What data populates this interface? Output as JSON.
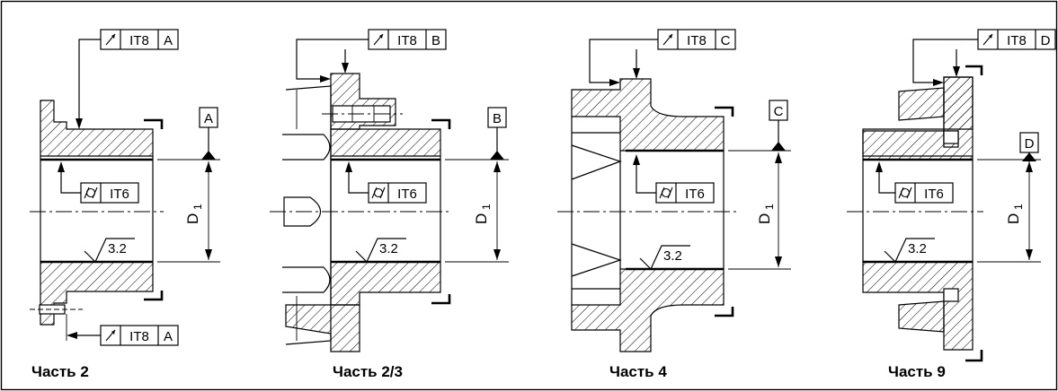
{
  "panels": [
    {
      "caption": "Часть 2",
      "datum_letter": "A",
      "runout_tolerance": {
        "grade": "IT8",
        "datum": "A"
      },
      "runout_tolerance_bottom": {
        "grade": "IT8",
        "datum": "A"
      },
      "cylindricity_tolerance": {
        "grade": "IT6"
      },
      "roughness": "3.2",
      "diameter_label": "D",
      "diameter_subscript": "1"
    },
    {
      "caption": "Часть 2/3",
      "datum_letter": "B",
      "runout_tolerance": {
        "grade": "IT8",
        "datum": "B"
      },
      "cylindricity_tolerance": {
        "grade": "IT6"
      },
      "roughness": "3.2",
      "diameter_label": "D",
      "diameter_subscript": "1"
    },
    {
      "caption": "Часть 4",
      "datum_letter": "C",
      "runout_tolerance": {
        "grade": "IT8",
        "datum": "C"
      },
      "cylindricity_tolerance": {
        "grade": "IT6"
      },
      "roughness": "3.2",
      "diameter_label": "D",
      "diameter_subscript": "1"
    },
    {
      "caption": "Часть 9",
      "datum_letter": "D",
      "runout_tolerance": {
        "grade": "IT8",
        "datum": "D"
      },
      "cylindricity_tolerance": {
        "grade": "IT6"
      },
      "roughness": "3.2",
      "diameter_label": "D",
      "diameter_subscript": "1"
    }
  ],
  "symbols": {
    "runout": "runout-arrow-icon",
    "cylindricity": "cylindricity-icon",
    "roughness": "surface-roughness-icon",
    "datum": "datum-triangle-icon"
  },
  "colors": {
    "ink": "#000000",
    "paper": "#ffffff"
  }
}
